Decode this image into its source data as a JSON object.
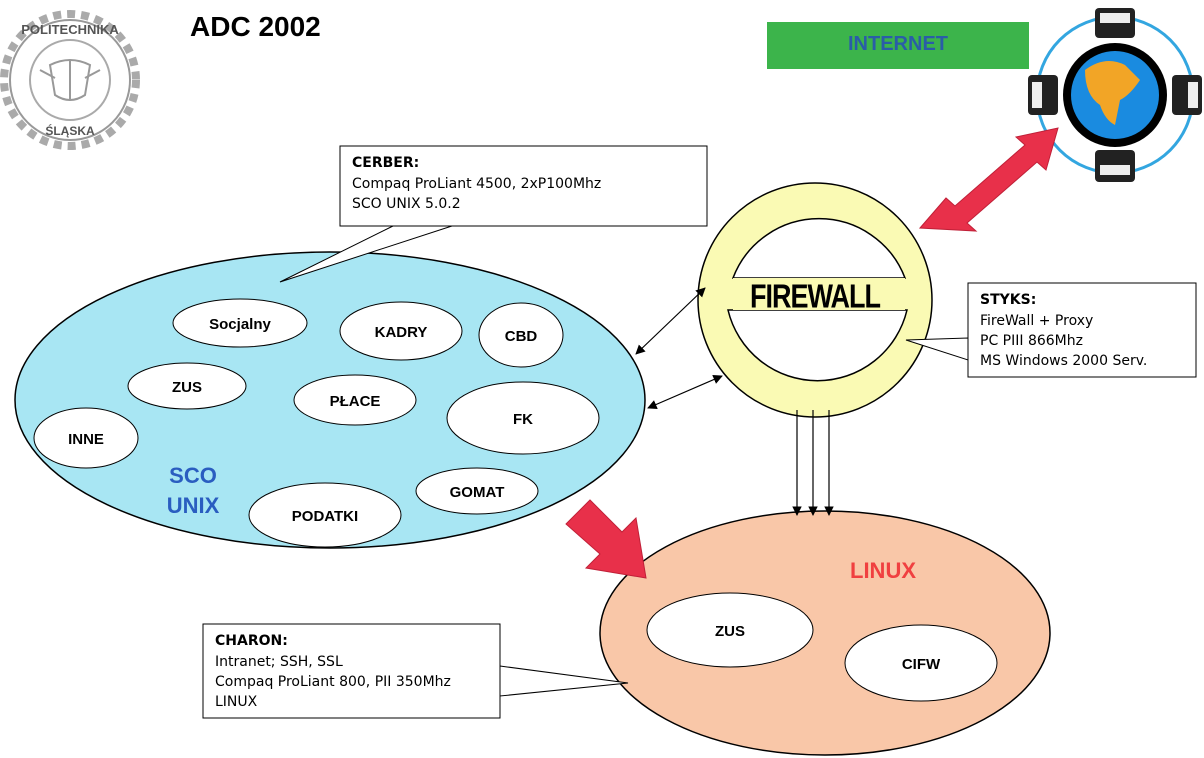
{
  "title": "ADC 2002",
  "logo": {
    "text_top": "POLITECHNIKA",
    "text_bottom": "ŚLĄSKA"
  },
  "internet_label": "INTERNET",
  "firewall_label": "FIREWALL",
  "sco": {
    "title_line1": "SCO",
    "title_line2": "UNIX",
    "nodes": [
      "Socjalny",
      "KADRY",
      "CBD",
      "ZUS",
      "PŁACE",
      "FK",
      "INNE",
      "GOMAT",
      "PODATKI"
    ]
  },
  "linux": {
    "title": "LINUX",
    "nodes": [
      "ZUS",
      "CIFW"
    ]
  },
  "cerber": {
    "title": "CERBER:",
    "line1": "Compaq ProLiant 4500,  2xP100Mhz",
    "line2": "SCO UNIX  5.0.2"
  },
  "styks": {
    "title": "STYKS:",
    "line1": "FireWall + Proxy",
    "line2": "PC PIII 866Mhz",
    "line3": "MS Windows 2000 Serv."
  },
  "charon": {
    "title": "CHARON:",
    "line1": "Intranet; SSH, SSL",
    "line2": "Compaq ProLiant 800, PII 350Mhz",
    "line3": "LINUX"
  },
  "colors": {
    "sco_fill": "#a8e6f3",
    "linux_fill": "#f9c7a8",
    "firewall_fill": "#fafab4",
    "internet_fill": "#3cb44b",
    "internet_text": "#2a5da8",
    "sco_text": "#2a5dc0",
    "linux_text": "#f04040",
    "red_arrow": "#e8304a"
  },
  "icons": [
    "logo-seal",
    "globe-satellite-icon"
  ]
}
